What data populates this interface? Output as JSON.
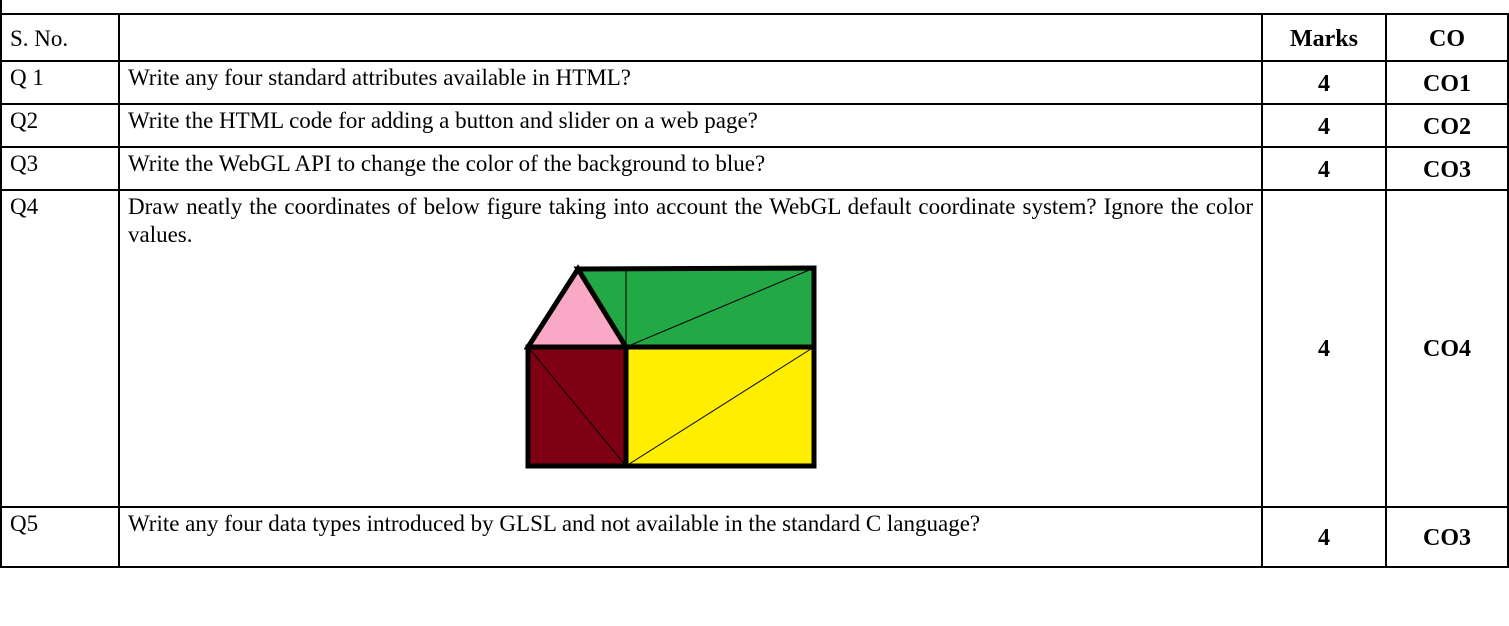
{
  "header": {
    "sno": "S. No.",
    "question": "",
    "marks": "Marks",
    "co": "CO"
  },
  "rows": [
    {
      "sno": "Q 1",
      "question": "Write any four standard attributes available in HTML?",
      "marks": "4",
      "co": "CO1"
    },
    {
      "sno": "Q2",
      "question": "Write the HTML code for adding a button and slider on a web page?",
      "marks": "4",
      "co": "CO2"
    },
    {
      "sno": "Q3",
      "question": "Write the WebGL API to change the color of the background to blue?",
      "marks": "4",
      "co": "CO3"
    },
    {
      "sno": "Q4",
      "question": "Draw neatly the coordinates of below figure taking into account the WebGL default coordinate system? Ignore the color values.",
      "marks": "4",
      "co": "CO4"
    },
    {
      "sno": "Q5",
      "question": "Write any four data types introduced by GLSL and not available in the standard C language?",
      "marks": "4",
      "co": "CO3"
    }
  ],
  "figure": {
    "colors": {
      "roof_triangle": "#f9a8c6",
      "upper_block": "#22a845",
      "lower_left_block": "#7f0012",
      "lower_right_block": "#ffee00",
      "outline": "#000000"
    }
  }
}
